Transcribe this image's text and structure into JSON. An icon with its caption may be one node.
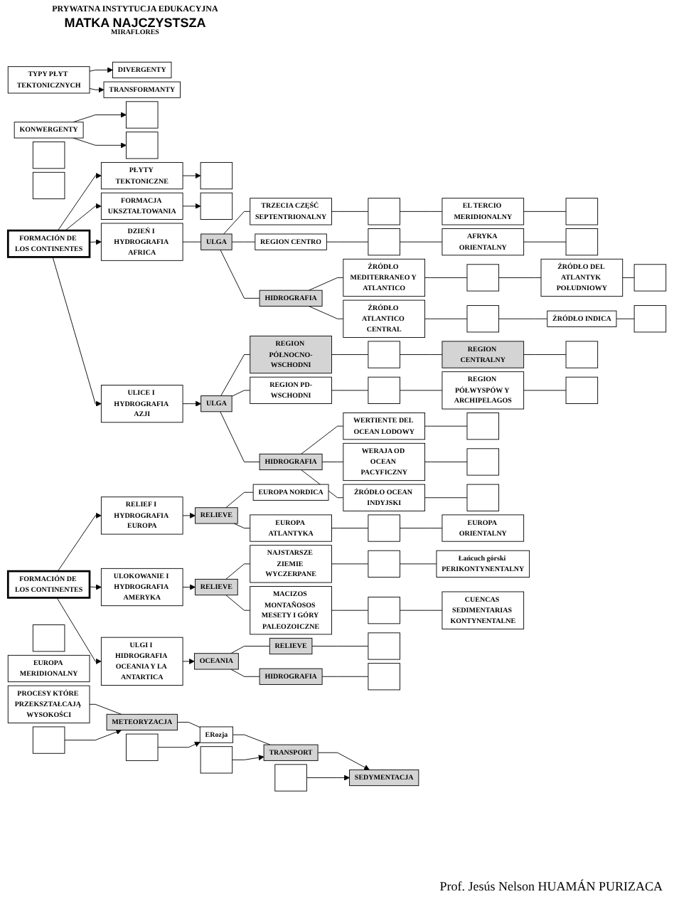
{
  "diagram": {
    "nodes": [
      {
        "text": [
          "FORMACIÓN DE LOS CONTINENTES"
        ]
      },
      {
        "text": [
          "PŁYTY TEKTONICZNE"
        ]
      },
      {
        "text": [],
        "shape": "box"
      },
      {
        "text": [
          "TYPY PŁYT TEKTONICZNYCH"
        ]
      },
      {
        "text": [
          "DIVERGENTY"
        ]
      },
      {
        "text": [
          "TRANSFORMANTY"
        ]
      },
      {
        "text": [],
        "shape": "box"
      },
      {
        "text": [],
        "shape": "box"
      },
      {
        "text": [
          "KONWERGENTY"
        ]
      },
      {
        "text": [],
        "shape": "box"
      },
      {
        "text": [],
        "shape": "box"
      },
      {
        "text": [
          "FORMACJA UKSZTAŁTOWANIA"
        ]
      },
      {
        "text": [],
        "shape": "box"
      },
      {
        "text": [
          "PROCESY KTÓRE PRZEKSZTAŁCAJĄ WYSOKOŚCI"
        ]
      },
      {
        "text": [
          "METEORYZACJA"
        ]
      },
      {
        "text": [],
        "shape": "box"
      },
      {
        "text": [
          "ERozja"
        ]
      },
      {
        "text": [],
        "shape": "box"
      },
      {
        "text": [
          "TRANSPORT"
        ]
      },
      {
        "text": [],
        "shape": "box"
      },
      {
        "text": [
          "SEDYMENTACJA"
        ]
      },
      {
        "text": [],
        "shape": "box"
      },
      {
        "text": [
          "DZIEŃ I HYDROGRAFIA AFRICA"
        ]
      },
      {
        "text": [
          "ULGA"
        ]
      },
      {
        "text": [
          "TRZECIA CZĘŚĆ SEPTENTRIONALNY"
        ]
      },
      {
        "text": [
          "REGION CENTRO"
        ]
      },
      {
        "text": [],
        "shape": "box"
      },
      {
        "text": [],
        "shape": "box"
      },
      {
        "text": [
          "EL TERCIO MERIDIONALNY"
        ]
      },
      {
        "text": [
          "AFRYKA ORIENTALNY"
        ]
      },
      {
        "text": [],
        "shape": "box"
      },
      {
        "text": [],
        "shape": "box"
      },
      {
        "text": [
          "HIDROGRAFIA"
        ]
      },
      {
        "text": [
          "ŹRÓDŁO MEDITERRANEO Y ATLANTICO"
        ]
      },
      {
        "text": [
          "ŹRÓDŁO ATLANTICO CENTRAL"
        ]
      },
      {
        "text": [],
        "shape": "box"
      },
      {
        "text": [],
        "shape": "box"
      },
      {
        "text": [
          "ŹRÓDŁO DEL ATLANTYK POŁUDNIOWY"
        ]
      },
      {
        "text": [
          "ŹRÓDŁO INDICA"
        ]
      },
      {
        "text": [],
        "shape": "box"
      },
      {
        "text": [],
        "shape": "box"
      },
      {
        "text": [
          "ULICE I HYDROGRAFIA AZJI"
        ]
      },
      {
        "text": [
          "ULGA"
        ]
      },
      {
        "text": [
          "REGION PÓŁNOCNO-WSCHODNI"
        ]
      },
      {
        "text": [
          "REGION PD-WSCHODNI"
        ]
      },
      {
        "text": [],
        "shape": "box"
      },
      {
        "text": [],
        "shape": "box"
      },
      {
        "text": [
          "REGION CENTRALNY"
        ]
      },
      {
        "text": [
          "REGION PÓŁWYSPÓW Y ARCHIPELAGOS"
        ]
      },
      {
        "text": [],
        "shape": "box"
      },
      {
        "text": [],
        "shape": "box"
      },
      {
        "text": [
          "HIDROGRAFIA"
        ]
      },
      {
        "text": [
          "WERTIENTE DEL OCEAN LODOWY"
        ]
      },
      {
        "text": [
          "WERAJA OD OCEAN PACYFICZNY"
        ]
      },
      {
        "text": [],
        "shape": "box"
      },
      {
        "text": [],
        "shape": "box"
      },
      {
        "text": [
          "ŹRÓDŁO OCEAN INDYJSKI"
        ]
      },
      {
        "text": [],
        "shape": "box"
      },
      {
        "text": [
          "FORMACIÓN DE LOS CONTINENTES"
        ]
      },
      {
        "text": [
          "RELIEF I HYDROGRAFIA EUROPA"
        ]
      },
      {
        "text": [
          "ULOKOWANIE I HYDROGRAFIA AMERYKA"
        ]
      },
      {
        "text": [
          "ULGI I HIDROGRAFIA OCEANIA Y LA ANTARTICA"
        ]
      },
      {
        "text": [
          "RELIEVE"
        ]
      },
      {
        "text": [
          "EUROPA NORDICA"
        ]
      },
      {
        "text": [
          "EUROPA ATLANTYKA"
        ]
      },
      {
        "text": [],
        "shape": "box"
      },
      {
        "text": [],
        "shape": "box"
      },
      {
        "text": [
          "EUROPA MERIDIONALNY"
        ]
      },
      {
        "text": [
          "EUROPA ORIENTALNY"
        ]
      },
      {
        "text": [
          "RELIEVE"
        ]
      },
      {
        "text": [
          "NAJSTARSZE ZIEMIE WYCZERPANE"
        ]
      },
      {
        "text": [
          "MACIZOS MONTAÑOSOS MESETY I GÓRY PALEOZOICZNE"
        ]
      },
      {
        "text": [],
        "shape": "box"
      },
      {
        "text": [],
        "shape": "box"
      },
      {
        "text": [
          "Łańcuch górski PERIKONTYNENTALNY"
        ]
      },
      {
        "text": [
          "CUENCAS SEDIMENTARIAS KONTYNENTALNE"
        ]
      },
      {
        "text": [
          "OCEANIA"
        ]
      },
      {
        "text": [
          "RELIEVE"
        ]
      },
      {
        "text": [
          "HIDROGRAFIA"
        ]
      },
      {
        "text": [],
        "shape": "box"
      },
      {
        "text": [],
        "shape": "box"
      }
    ],
    "edges": [
      {
        "from": 0,
        "to": 1,
        "arrow": "to"
      },
      {
        "from": 0,
        "to": 11,
        "arrow": "to"
      },
      {
        "from": 0,
        "to": 22,
        "arrow": "to"
      },
      {
        "from": 0,
        "to": 41,
        "arrow": "to"
      },
      {
        "from": 1,
        "to": 2,
        "arrow": "to"
      },
      {
        "from": 3,
        "to": 4,
        "arrow": "to"
      },
      {
        "from": 3,
        "to": 5,
        "arrow": "to"
      },
      {
        "from": 8,
        "to": 9,
        "arrow": "to"
      },
      {
        "from": 8,
        "to": 10,
        "arrow": "to"
      },
      {
        "from": 11,
        "to": 12,
        "arrow": "to"
      },
      {
        "from": 13,
        "to": 14,
        "arrow": "none"
      },
      {
        "from": 14,
        "to": 16,
        "arrow": "none"
      },
      {
        "from": 16,
        "to": 18,
        "arrow": "none"
      },
      {
        "from": 18,
        "to": 20,
        "arrow": "to"
      },
      {
        "from": 15,
        "to": 14,
        "arrow": "to"
      },
      {
        "from": 17,
        "to": 16,
        "arrow": "to"
      },
      {
        "from": 19,
        "to": 18,
        "arrow": "to"
      },
      {
        "from": 21,
        "to": 20,
        "arrow": "to"
      },
      {
        "from": 22,
        "to": 23,
        "arrow": "none"
      },
      {
        "from": 23,
        "to": 24,
        "arrow": "none"
      },
      {
        "from": 23,
        "to": 25,
        "arrow": "none"
      },
      {
        "from": 24,
        "to": 26,
        "arrow": "none"
      },
      {
        "from": 26,
        "to": 28,
        "arrow": "none"
      },
      {
        "from": 28,
        "to": 30,
        "arrow": "none"
      },
      {
        "from": 25,
        "to": 27,
        "arrow": "none"
      },
      {
        "from": 27,
        "to": 29,
        "arrow": "none"
      },
      {
        "from": 29,
        "to": 31,
        "arrow": "none"
      },
      {
        "from": 23,
        "to": 32,
        "arrow": "none"
      },
      {
        "from": 32,
        "to": 33,
        "arrow": "none"
      },
      {
        "from": 32,
        "to": 34,
        "arrow": "none"
      },
      {
        "from": 33,
        "to": 35,
        "arrow": "none"
      },
      {
        "from": 35,
        "to": 37,
        "arrow": "none"
      },
      {
        "from": 37,
        "to": 39,
        "arrow": "none"
      },
      {
        "from": 34,
        "to": 36,
        "arrow": "none"
      },
      {
        "from": 36,
        "to": 38,
        "arrow": "none"
      },
      {
        "from": 38,
        "to": 40,
        "arrow": "none"
      },
      {
        "from": 41,
        "to": 42,
        "arrow": "to"
      },
      {
        "from": 42,
        "to": 43,
        "arrow": "none"
      },
      {
        "from": 42,
        "to": 44,
        "arrow": "none"
      },
      {
        "from": 43,
        "to": 45,
        "arrow": "none"
      },
      {
        "from": 45,
        "to": 47,
        "arrow": "none"
      },
      {
        "from": 47,
        "to": 49,
        "arrow": "none"
      },
      {
        "from": 44,
        "to": 46,
        "arrow": "none"
      },
      {
        "from": 46,
        "to": 48,
        "arrow": "none"
      },
      {
        "from": 48,
        "to": 50,
        "arrow": "none"
      },
      {
        "from": 42,
        "to": 51,
        "arrow": "none"
      },
      {
        "from": 51,
        "to": 52,
        "arrow": "none"
      },
      {
        "from": 51,
        "to": 53,
        "arrow": "none"
      },
      {
        "from": 51,
        "to": 56,
        "arrow": "none"
      },
      {
        "from": 52,
        "to": 54,
        "arrow": "none"
      },
      {
        "from": 53,
        "to": 55,
        "arrow": "none"
      },
      {
        "from": 56,
        "to": 57,
        "arrow": "none"
      },
      {
        "from": 58,
        "to": 59,
        "arrow": "to"
      },
      {
        "from": 58,
        "to": 60,
        "arrow": "to"
      },
      {
        "from": 58,
        "to": 61,
        "arrow": "to"
      },
      {
        "from": 59,
        "to": 62,
        "arrow": "to"
      },
      {
        "from": 62,
        "to": 63,
        "arrow": "none"
      },
      {
        "from": 62,
        "to": 64,
        "arrow": "none"
      },
      {
        "from": 64,
        "to": 66,
        "arrow": "none"
      },
      {
        "from": 66,
        "to": 68,
        "arrow": "none"
      },
      {
        "from": 60,
        "to": 69,
        "arrow": "to"
      },
      {
        "from": 69,
        "to": 70,
        "arrow": "none"
      },
      {
        "from": 69,
        "to": 71,
        "arrow": "none"
      },
      {
        "from": 70,
        "to": 72,
        "arrow": "none"
      },
      {
        "from": 72,
        "to": 74,
        "arrow": "none"
      },
      {
        "from": 71,
        "to": 73,
        "arrow": "none"
      },
      {
        "from": 73,
        "to": 75,
        "arrow": "none"
      },
      {
        "from": 61,
        "to": 76,
        "arrow": "to"
      },
      {
        "from": 76,
        "to": 77,
        "arrow": "none"
      },
      {
        "from": 76,
        "to": 78,
        "arrow": "none"
      },
      {
        "from": 77,
        "to": 79,
        "arrow": "none"
      },
      {
        "from": 78,
        "to": 80,
        "arrow": "none"
      }
    ],
    "labels": [
      "PRYWATNA INSTYTUCJA EDUKACYJNA",
      "MATKA NAJCZYSTSZA",
      "MIRAFLORES",
      "Prof. Jesús Nelson HUAMÁN PURIZACA"
    ]
  }
}
